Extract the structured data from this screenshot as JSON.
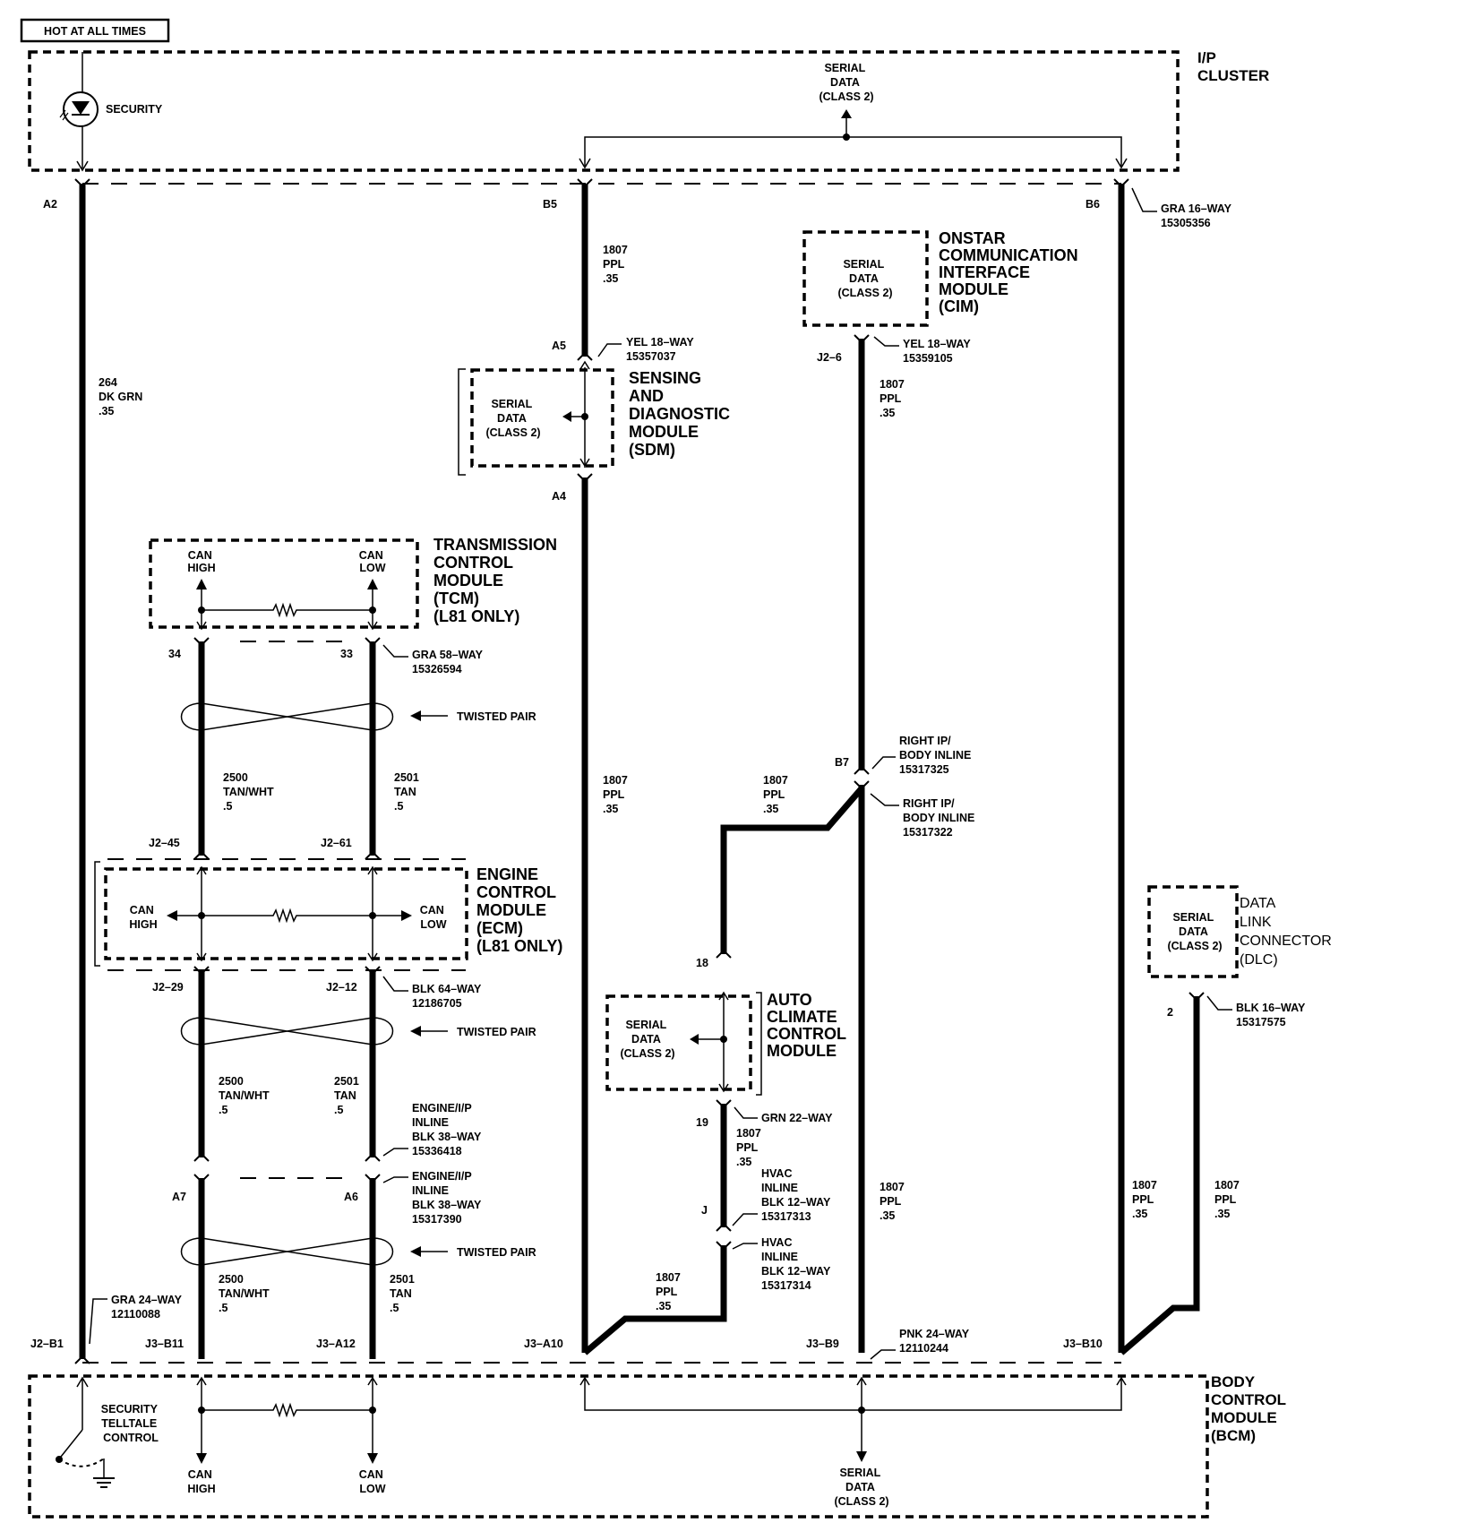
{
  "hot_label": "HOT AT ALL TIMES",
  "modules": {
    "ip_cluster": [
      "I/P",
      "CLUSTER"
    ],
    "sdm": [
      "SENSING",
      "AND",
      "DIAGNOSTIC",
      "MODULE",
      "(SDM)"
    ],
    "onstar": [
      "ONSTAR",
      "COMMUNICATION",
      "INTERFACE",
      "MODULE",
      "(CIM)"
    ],
    "tcm": [
      "TRANSMISSION",
      "CONTROL",
      "MODULE",
      "(TCM)",
      "(L81 ONLY)"
    ],
    "ecm": [
      "ENGINE",
      "CONTROL",
      "MODULE",
      "(ECM)",
      "(L81 ONLY)"
    ],
    "acc": [
      "AUTO",
      "CLIMATE",
      "CONTROL",
      "MODULE"
    ],
    "dlc": [
      "DATA",
      "LINK",
      "CONNECTOR",
      "(DLC)"
    ],
    "bcm": [
      "BODY",
      "CONTROL",
      "MODULE",
      "(BCM)"
    ]
  },
  "serial_data": [
    "SERIAL",
    "DATA",
    "(CLASS 2)"
  ],
  "security": "SECURITY",
  "security_telltale": [
    "SECURITY",
    "TELLTALE",
    "CONTROL"
  ],
  "can_high": [
    "CAN",
    "HIGH"
  ],
  "can_low": [
    "CAN",
    "LOW"
  ],
  "twisted_pair": "TWISTED PAIR",
  "pins": {
    "a2": "A2",
    "b5": "B5",
    "b6": "B6",
    "a5": "A5",
    "a4": "A4",
    "j2_6": "J2–6",
    "p34": "34",
    "p33": "33",
    "b7": "B7",
    "j2_45": "J2–45",
    "j2_61": "J2–61",
    "j2_29": "J2–29",
    "j2_12": "J2–12",
    "p18": "18",
    "p19": "19",
    "p2": "2",
    "a7": "A7",
    "a6": "A6",
    "j": "J",
    "j2_b1": "J2–B1",
    "j3_b11": "J3–B11",
    "j3_a12": "J3–A12",
    "j3_a10": "J3–A10",
    "j3_b9": "J3–B9",
    "j3_b10": "J3–B10"
  },
  "connectors": {
    "gra16": [
      "GRA 16–WAY",
      "15305356"
    ],
    "yel18_sdm": [
      "YEL 18–WAY",
      "15357037"
    ],
    "yel18_cim": [
      "YEL 18–WAY",
      "15359105"
    ],
    "gra58": [
      "GRA 58–WAY",
      "15326594"
    ],
    "right_ip_1": [
      "RIGHT IP/",
      "BODY INLINE",
      "15317325"
    ],
    "right_ip_2": [
      "RIGHT IP/",
      "BODY INLINE",
      "15317322"
    ],
    "blk64": [
      "BLK 64–WAY",
      "12186705"
    ],
    "blk16": [
      "BLK 16–WAY",
      "15317575"
    ],
    "grn22": "GRN 22–WAY",
    "eng_ip_1": [
      "ENGINE/I/P",
      "INLINE",
      "BLK 38–WAY",
      "15336418"
    ],
    "eng_ip_2": [
      "ENGINE/I/P",
      "INLINE",
      "BLK 38–WAY",
      "15317390"
    ],
    "hvac_1": [
      "HVAC",
      "INLINE",
      "BLK 12–WAY",
      "15317313"
    ],
    "hvac_2": [
      "HVAC",
      "INLINE",
      "BLK 12–WAY",
      "15317314"
    ],
    "gra24": [
      "GRA 24–WAY",
      "12110088"
    ],
    "pnk24": [
      "PNK 24–WAY",
      "12110244"
    ]
  },
  "wires": {
    "w264": [
      "264",
      "DK GRN",
      ".35"
    ],
    "w1807": [
      "1807",
      "PPL",
      ".35"
    ],
    "w2500": [
      "2500",
      "TAN/WHT",
      ".5"
    ],
    "w2501": [
      "2501",
      "TAN",
      ".5"
    ]
  }
}
